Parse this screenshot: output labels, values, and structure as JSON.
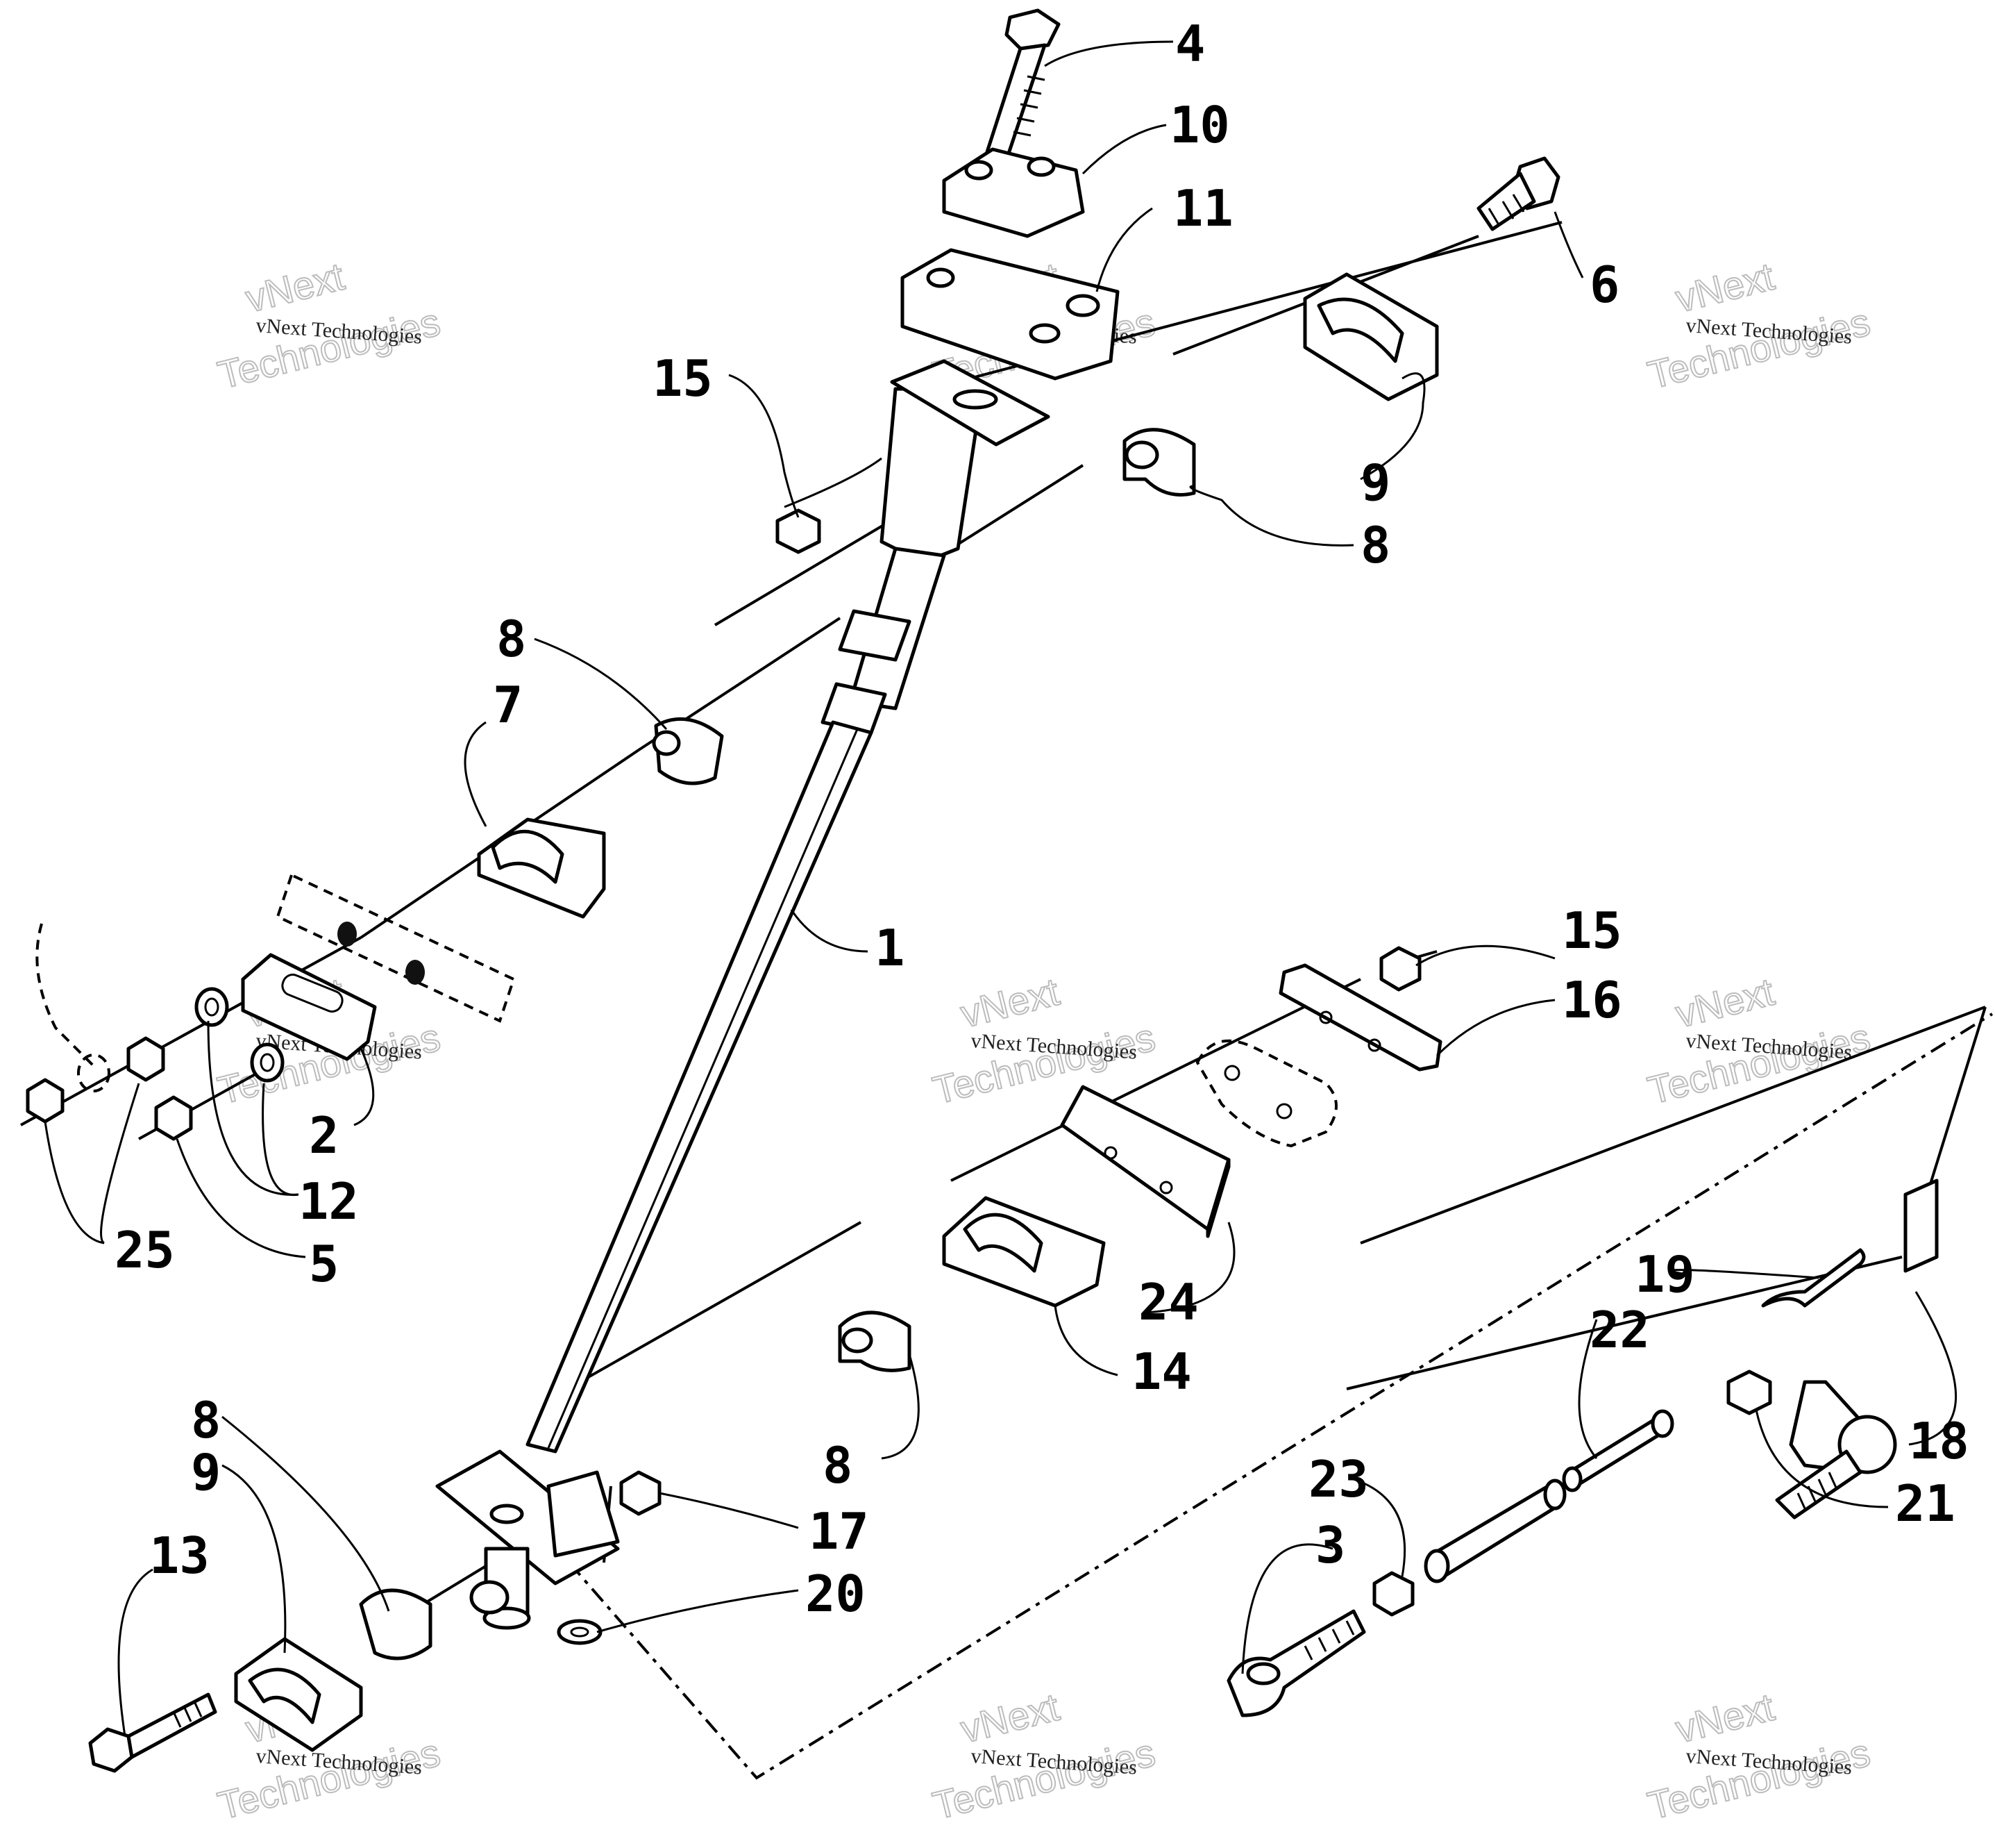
{
  "callouts": {
    "c1": "1",
    "c2": "2",
    "c3": "3",
    "c4": "4",
    "c5": "5",
    "c6": "6",
    "c7": "7",
    "c8a": "8",
    "c8b": "8",
    "c8c": "8",
    "c8d": "8",
    "c9a": "9",
    "c9b": "9",
    "c10": "10",
    "c11": "11",
    "c12": "12",
    "c13": "13",
    "c14": "14",
    "c15a": "15",
    "c15b": "15",
    "c16": "16",
    "c17": "17",
    "c18": "18",
    "c19": "19",
    "c20": "20",
    "c21": "21",
    "c22": "22",
    "c23": "23",
    "c24": "24",
    "c25": "25"
  },
  "watermark": {
    "small": "vNext Technologies",
    "big_line1": "vNext",
    "big_line2": "Technologies"
  }
}
